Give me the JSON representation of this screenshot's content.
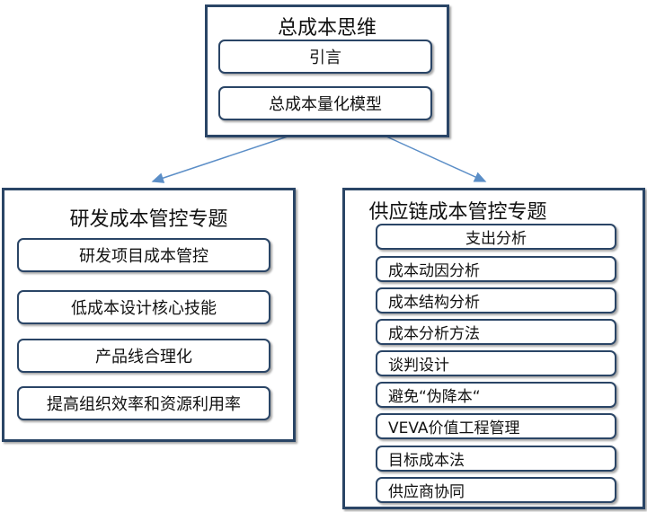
{
  "top": {
    "title": "总成本思维",
    "items": [
      "引言",
      "总成本量化模型"
    ]
  },
  "left": {
    "title": "研发成本管控专题",
    "items": [
      "研发项目成本管控",
      "低成本设计核心技能",
      "产品线合理化",
      "提高组织效率和资源利用率"
    ]
  },
  "right": {
    "title": "供应链成本管控专题",
    "items": [
      "支出分析",
      "成本动因分析",
      "成本结构分析",
      "成本分析方法",
      "谈判设计",
      "避免“伪降本“",
      "VEVA价值工程管理",
      "目标成本法",
      "供应商协同"
    ]
  },
  "colors": {
    "border": "#2a4566",
    "arrow": "#5b8ec7"
  }
}
